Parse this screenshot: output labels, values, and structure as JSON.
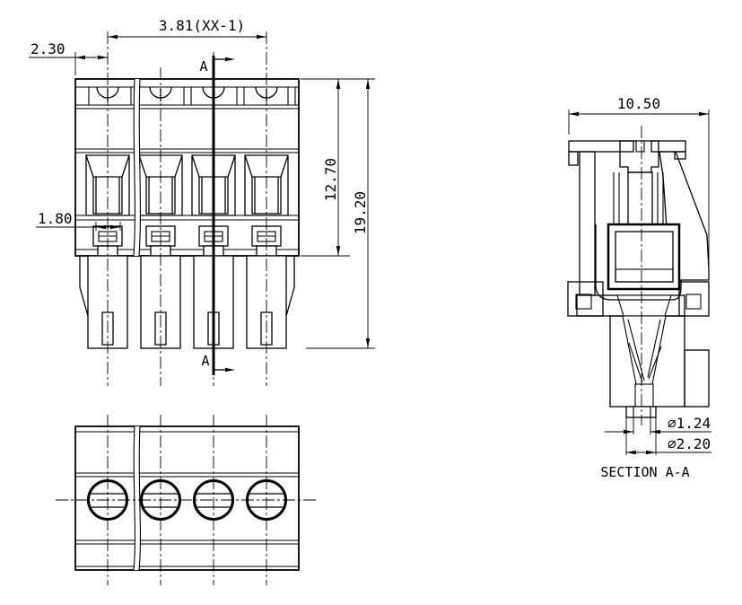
{
  "page": {
    "background": "#ffffff",
    "ink": "#000000"
  },
  "dims": {
    "pitch": "3.81(XX-1)",
    "end_offset": "2.30",
    "clamp_width": "1.80",
    "housing_height": "12.70",
    "overall_height": "19.20",
    "section_width": "10.50",
    "pin_diameter": "∅1.24",
    "hole_diameter": "∅2.20"
  },
  "labels": {
    "section_arrow_top": "A",
    "section_arrow_bottom": "A",
    "section_title": "SECTION A-A"
  },
  "front_view": {
    "pole_count": 4
  },
  "bottom_view": {
    "screw_count": 4
  }
}
